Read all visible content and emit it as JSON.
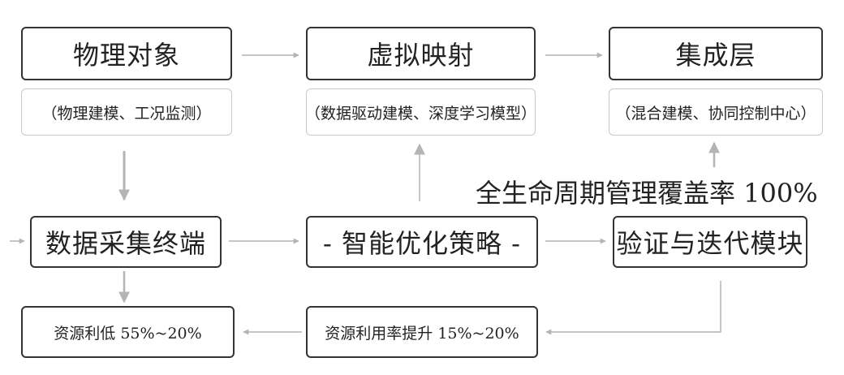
{
  "nodes": {
    "physical_object": "物理对象",
    "physical_object_sub": "（物理建模、工况监测）",
    "virtual_mapping": "虚拟映射",
    "virtual_mapping_sub": "（数据驱动建模、深度学习模型）",
    "integration_layer": "集成层",
    "integration_layer_sub": "（混合建模、协同控制中心）",
    "data_terminal": "数据采集终端",
    "smart_strategy": "- 智能优化策略 -",
    "verification_module": "验证与迭代模块",
    "resource_low": "资源利低 55%~20%",
    "resource_rate": "资源利用率提升 15%~20%"
  },
  "annotation": "全生命周期管理覆盖率 100%",
  "colors": {
    "main_border": "#333333",
    "sub_border": "#c8c8c8",
    "arrow": "#b4b4b4"
  }
}
